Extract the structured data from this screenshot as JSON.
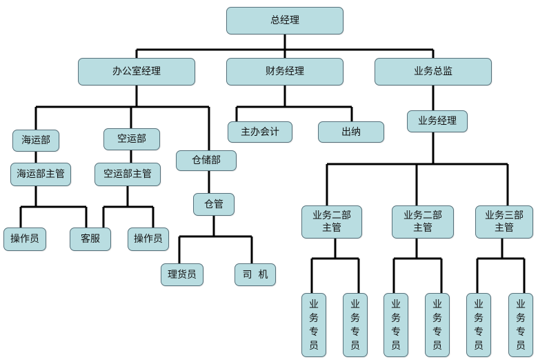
{
  "org": {
    "ceo": "总经理",
    "office_manager": "办公室经理",
    "finance_manager": "财务经理",
    "business_director": "业务总监",
    "sea_dept": "海运部",
    "air_dept": "空运部",
    "warehouse_dept": "仓储部",
    "sea_head": "海运部主管",
    "air_head": "空运部主管",
    "warehouse_keeper": "仓管",
    "operator_1": "操作员",
    "customer_service": "客服",
    "operator_2": "操作员",
    "stock_clerk": "理货员",
    "driver": "司  机",
    "chief_accountant": "主办会计",
    "cashier": "出纳",
    "business_manager": "业务经理",
    "biz_head_1": "业务二部\n主管",
    "biz_head_2": "业务二部\n主管",
    "biz_head_3": "业务三部\n主管",
    "specialist": "业务专员"
  },
  "colors": {
    "node_fill": "#b9dde1",
    "node_border": "#55707a",
    "connector": "#000000"
  }
}
